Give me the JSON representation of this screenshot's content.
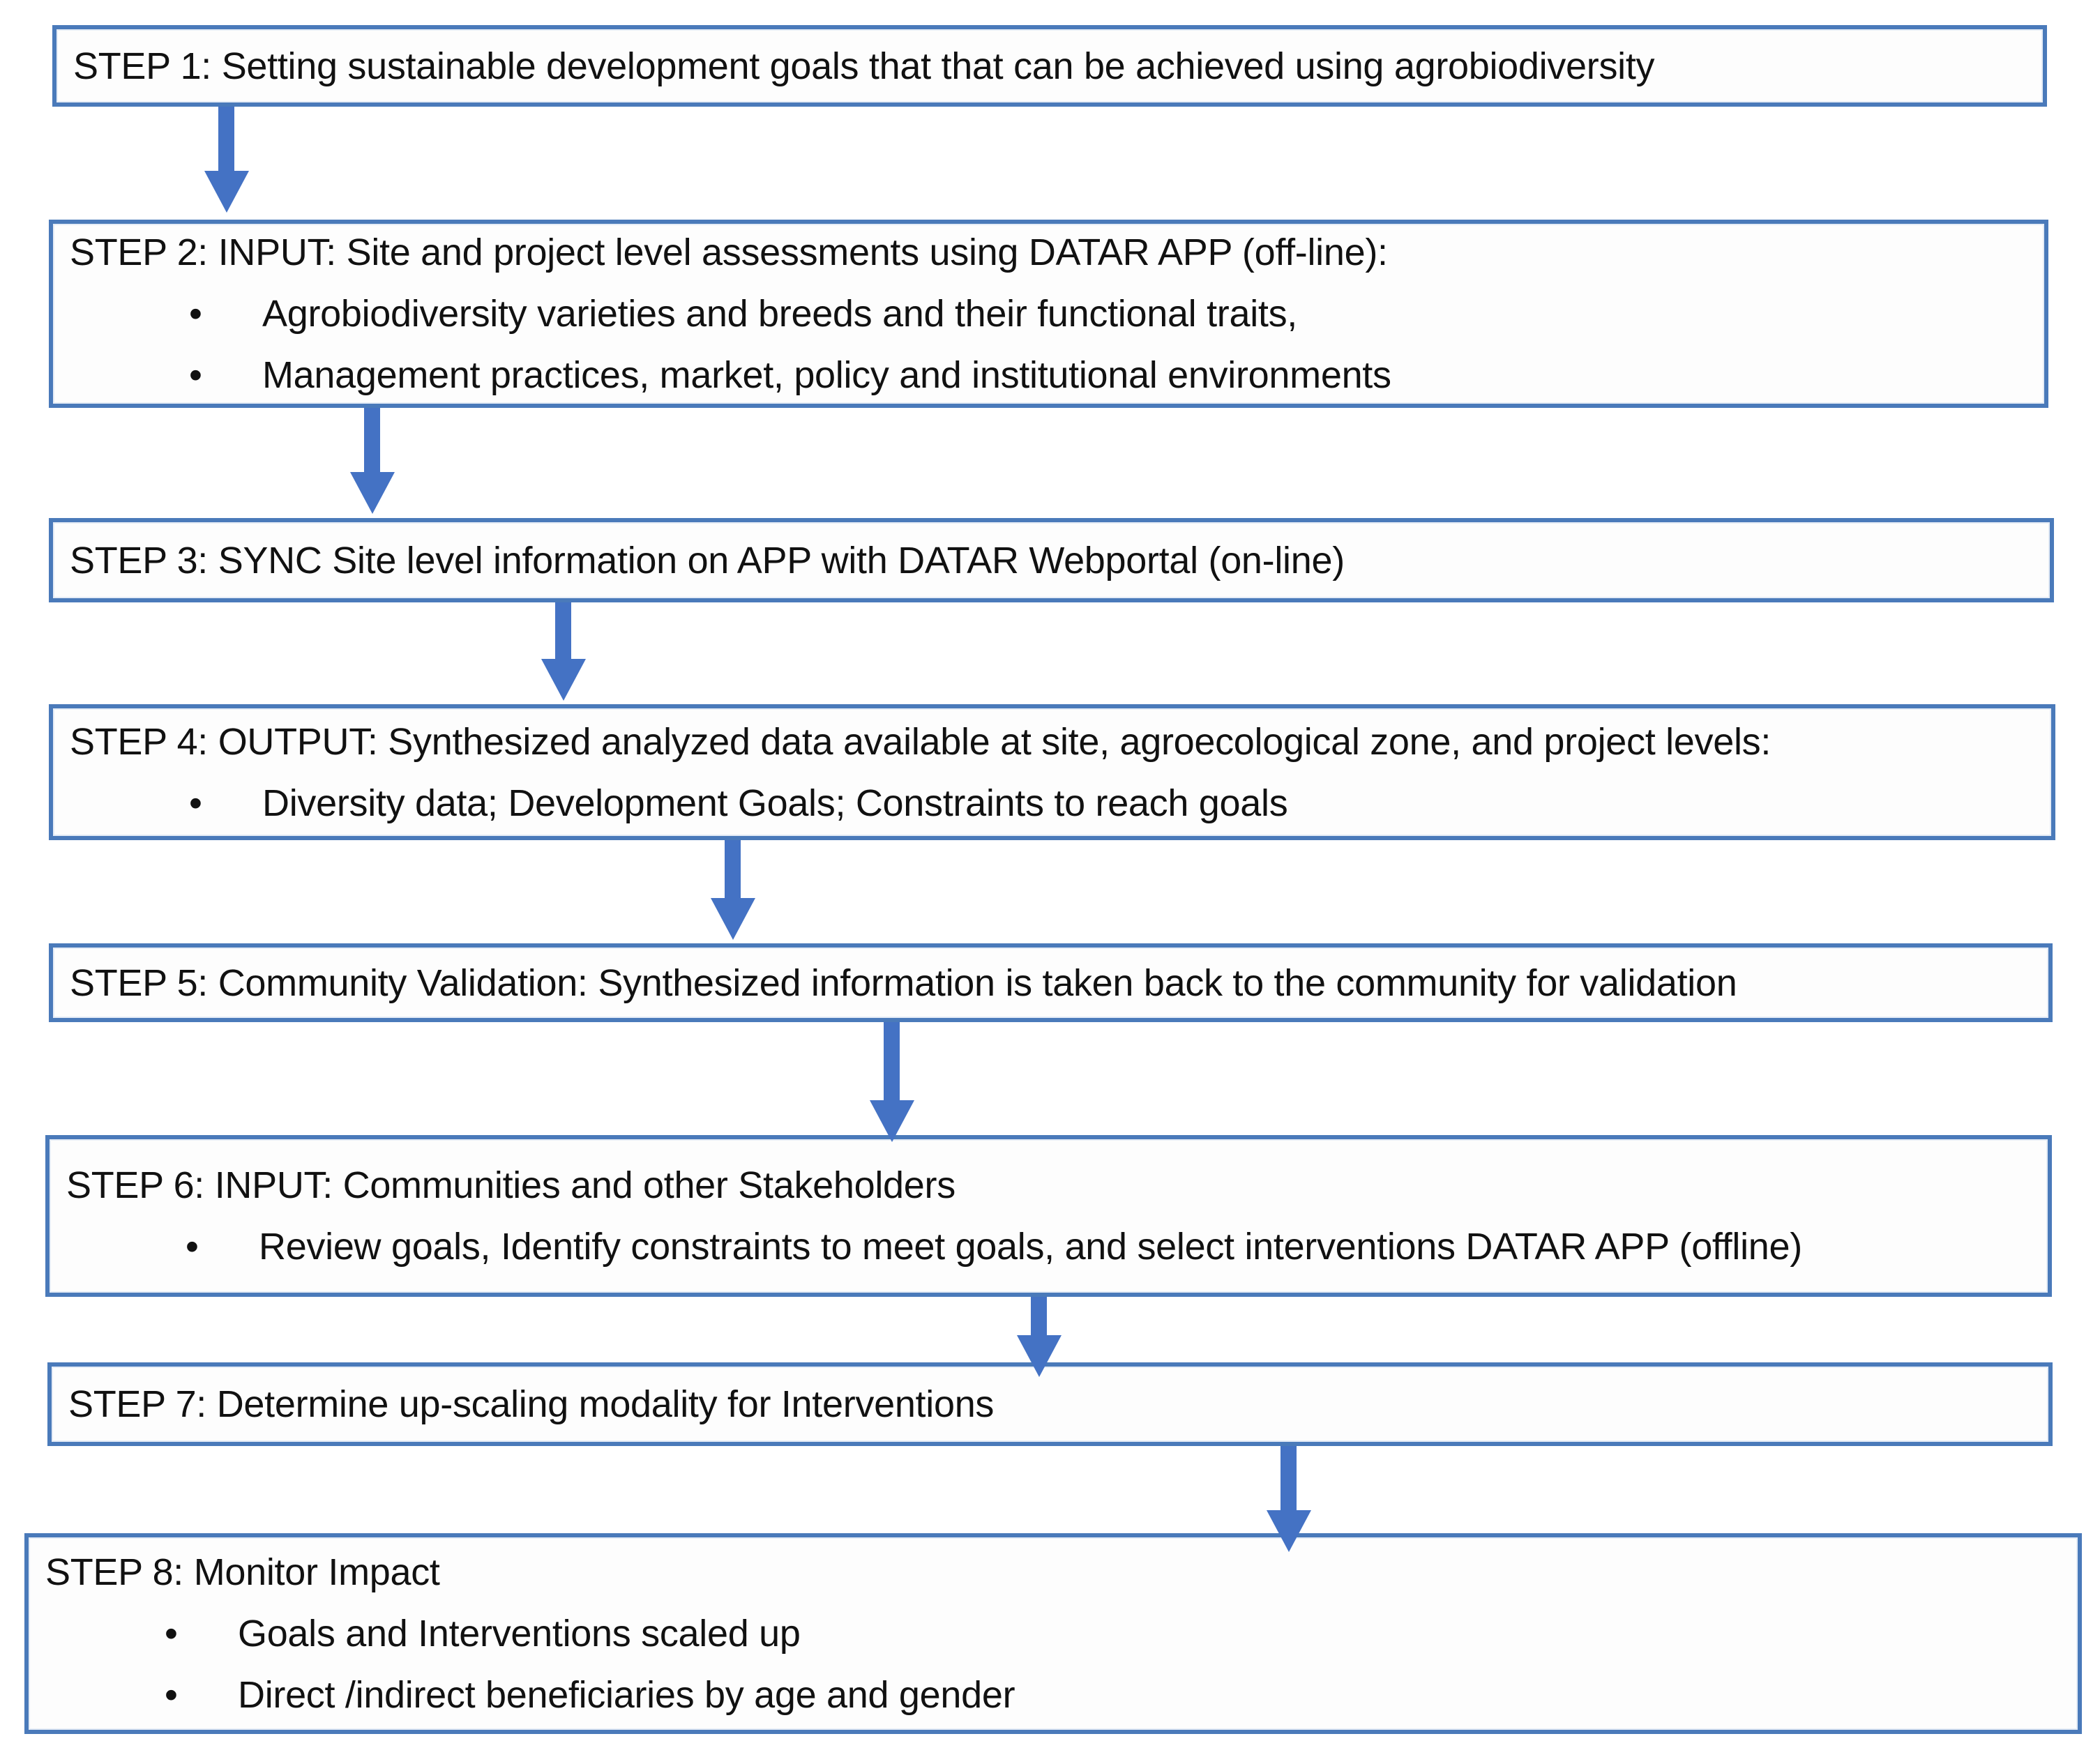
{
  "colors": {
    "box_border": "#4a7aba",
    "box_fill": "#fdfdfd",
    "arrow": "#4472c4",
    "text": "#111111",
    "background": "#ffffff"
  },
  "steps": [
    {
      "title": "STEP 1: Setting sustainable development goals that that can be achieved using agrobiodiversity",
      "bullets": []
    },
    {
      "title": "STEP 2: INPUT: Site and project level assessments using DATAR APP (off-line):",
      "bullets": [
        "Agrobiodiversity varieties and breeds and their functional traits,",
        "Management practices, market, policy and institutional environments"
      ]
    },
    {
      "title": "STEP 3: SYNC Site level information on APP with DATAR Webportal (on-line)",
      "bullets": []
    },
    {
      "title": "STEP 4: OUTPUT: Synthesized analyzed data available at site, agroecological zone, and project levels:",
      "bullets": [
        "Diversity data; Development Goals; Constraints to reach goals"
      ]
    },
    {
      "title": "STEP 5: Community Validation: Synthesized information is taken back to the community for validation",
      "bullets": []
    },
    {
      "title": "STEP 6:  INPUT: Communities and other Stakeholders",
      "bullets": [
        "Review goals, Identify constraints to meet goals, and select interventions DATAR APP (offline)"
      ]
    },
    {
      "title": "STEP 7: Determine up-scaling modality for Interventions",
      "bullets": []
    },
    {
      "title": "STEP 8: Monitor Impact",
      "bullets": [
        "Goals and Interventions scaled up",
        "Direct /indirect beneficiaries by age and gender"
      ]
    }
  ]
}
